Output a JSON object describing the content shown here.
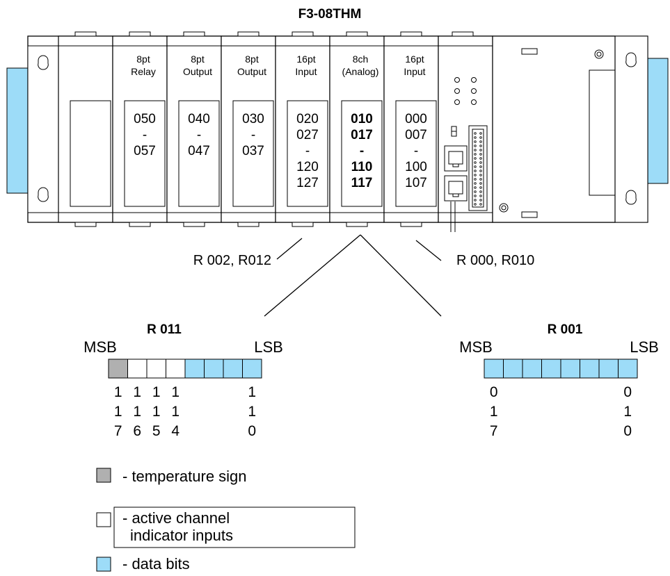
{
  "title": "F3-08THM",
  "colors": {
    "data_bit": "#9ddcf8",
    "sign_bit": "#b0b0b0",
    "active_bit": "#ffffff",
    "rack_panel": "#9ddcf8"
  },
  "slots": [
    {
      "header": [
        "",
        ""
      ],
      "bold": false,
      "addresses": []
    },
    {
      "header": [
        "8pt",
        "Relay"
      ],
      "bold": false,
      "addresses": [
        "050",
        "-",
        "057"
      ]
    },
    {
      "header": [
        "8pt",
        "Output"
      ],
      "bold": false,
      "addresses": [
        "040",
        "-",
        "047"
      ]
    },
    {
      "header": [
        "8pt",
        "Output"
      ],
      "bold": false,
      "addresses": [
        "030",
        "-",
        "037"
      ]
    },
    {
      "header": [
        "16pt",
        "Input"
      ],
      "bold": false,
      "addresses": [
        "020",
        "027",
        "-",
        "120",
        "127"
      ]
    },
    {
      "header": [
        "8ch",
        "(Analog)"
      ],
      "bold": true,
      "addresses": [
        "010",
        "017",
        "-",
        "110",
        "117"
      ]
    },
    {
      "header": [
        "16pt",
        "Input"
      ],
      "bold": false,
      "addresses": [
        "000",
        "007",
        "-",
        "100",
        "107"
      ]
    }
  ],
  "callouts": {
    "left": "R 002, R012",
    "right": "R 000, R010"
  },
  "registers": [
    {
      "id": "r011",
      "title": "R 011",
      "msb": "MSB",
      "lsb": "LSB",
      "cells": [
        "sign",
        "active",
        "active",
        "active",
        "data",
        "data",
        "data",
        "data"
      ],
      "digit_rows": [
        [
          "1",
          "1",
          "1",
          "1",
          "",
          "",
          "",
          "1"
        ],
        [
          "1",
          "1",
          "1",
          "1",
          "",
          "",
          "",
          "1"
        ],
        [
          "7",
          "6",
          "5",
          "4",
          "",
          "",
          "",
          "0"
        ]
      ]
    },
    {
      "id": "r001",
      "title": "R 001",
      "msb": "MSB",
      "lsb": "LSB",
      "cells": [
        "data",
        "data",
        "data",
        "data",
        "data",
        "data",
        "data",
        "data"
      ],
      "digit_rows": [
        [
          "0",
          "",
          "",
          "",
          "",
          "",
          "",
          "0"
        ],
        [
          "1",
          "",
          "",
          "",
          "",
          "",
          "",
          "1"
        ],
        [
          "7",
          "",
          "",
          "",
          "",
          "",
          "",
          "0"
        ]
      ]
    }
  ],
  "legend": {
    "sign": "- temperature sign",
    "active_line1": "- active channel",
    "active_line2": "indicator inputs",
    "data": "- data bits"
  }
}
